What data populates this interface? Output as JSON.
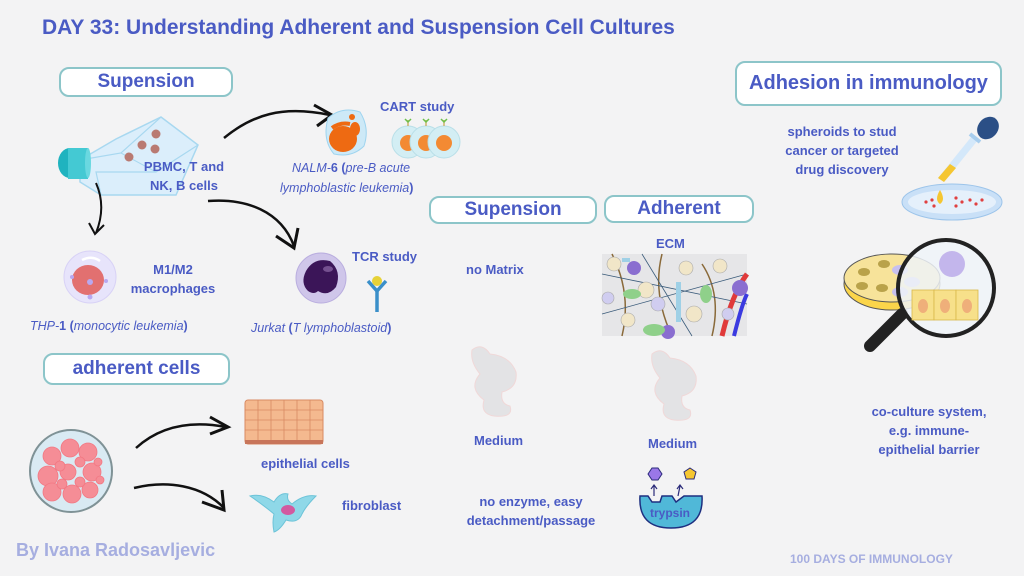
{
  "title": "DAY 33: Understanding Adherent and Suspension Cell Cultures",
  "sections": {
    "suspension_header": "Supension",
    "adherent_cells_header": "adherent cells",
    "comparison_suspension_header": "Supension",
    "comparison_adherent_header": "Adherent",
    "immunology_header": "Adhesion in immunology"
  },
  "suspension": {
    "flask_label": "PBMC, T and NK, B cells",
    "cart": {
      "study_label": "CART study",
      "cell_line": "NALM-6",
      "cell_line_prefix": "NALM-",
      "cell_line_number": "6",
      "description_open": " (",
      "description": "pre-B acute",
      "description_line2": "lymphoblastic leukemia",
      "description_close": ")"
    },
    "macrophage": {
      "study_label": "M1/M2 macrophages",
      "cell_line_prefix": "THP-",
      "cell_line_number": "1",
      "description_open": " (",
      "description": "monocytic leukemia",
      "description_close": ")"
    },
    "tcr": {
      "study_label": "TCR study",
      "cell_line": "Jurkat",
      "description_open": " (",
      "description": "T lymphoblastoid",
      "description_close": ")"
    }
  },
  "adherent": {
    "epithelial_label": "epithelial cells",
    "fibroblast_label": "fibroblast"
  },
  "comparison": {
    "suspension": {
      "matrix": "no Matrix",
      "medium": "Medium",
      "detachment": "no enzyme, easy detachment/passage"
    },
    "adherent": {
      "matrix": "ECM",
      "medium": "Medium",
      "enzyme": "trypsin"
    }
  },
  "immunology": {
    "spheroids": "spheroids to stud cancer or targeted drug discovery",
    "coculture": "co-culture system, e.g. immune-epithelial barrier"
  },
  "footer": {
    "author": "By Ivana Radosavljevic",
    "series": "100 DAYS OF IMMUNOLOGY"
  },
  "colors": {
    "text": "#4a5bc4",
    "pill_border": "#8cc5c9",
    "footer_text": "#a6aee0",
    "background": "#f3f3f4"
  }
}
